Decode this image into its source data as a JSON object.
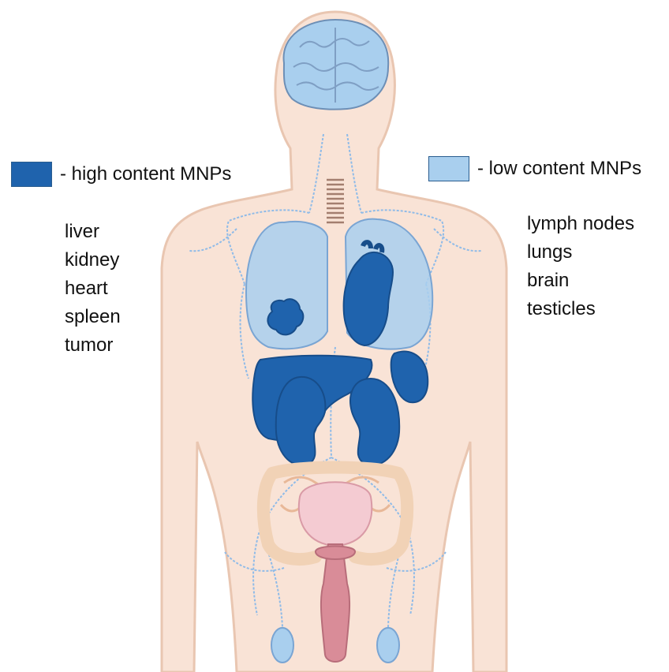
{
  "legend": {
    "high": {
      "label": "- high content MNPs",
      "color": "#1f63ad"
    },
    "low": {
      "label": "- low content MNPs",
      "color": "#a9cfee"
    }
  },
  "high_organs": [
    "liver",
    "kidney",
    "heart",
    "spleen",
    "tumor"
  ],
  "low_organs": [
    "lymph nodes",
    "lungs",
    "brain",
    "testicles"
  ],
  "colors": {
    "skin": "#f9e3d6",
    "skin_outline": "#e9c6b1",
    "high": "#1f63ad",
    "high_dark": "#174d8a",
    "low": "#a9cfee",
    "lymph": "#8fbbe8",
    "intestine": "#f1d2b6",
    "bladder": "#f4cbd2",
    "reproductive": "#d98c98"
  }
}
